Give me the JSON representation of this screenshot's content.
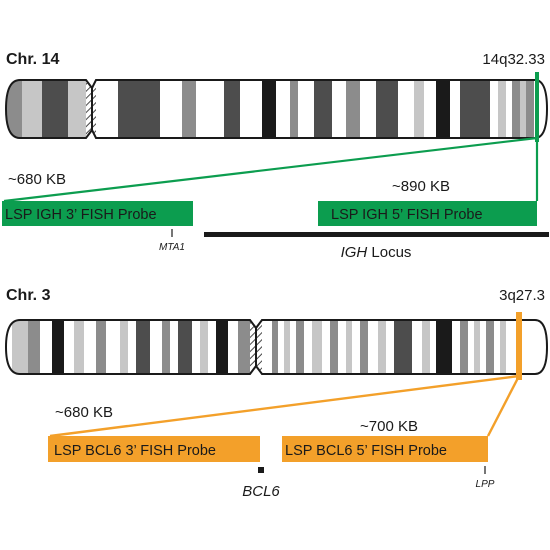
{
  "colors": {
    "green": "#0c9d4f",
    "orange": "#f3a02a",
    "band_black": "#1a1a1a",
    "band_dark": "#4d4d4d",
    "band_mid": "#8c8c8c",
    "band_light": "#c6c6c6",
    "band_white": "#ffffff"
  },
  "chr14": {
    "label": "Chr. 14",
    "band_label": "14q32.33",
    "size_left": "~680 KB",
    "size_right": "~890 KB",
    "probe_left": "LSP IGH 3’ FISH Probe",
    "probe_right": "LSP IGH 5’ FISH Probe",
    "gene_marker": "MTA1",
    "locus_italic": "IGH",
    "locus_rest": " Locus"
  },
  "chr3": {
    "label": "Chr. 3",
    "band_label": "3q27.3",
    "size_left": "~680 KB",
    "size_right": "~700 KB",
    "probe_left": "LSP BCL6 3’ FISH Probe",
    "probe_right": "LSP BCL6 5’ FISH Probe",
    "gene_bcl6": "BCL6",
    "gene_lpp": "LPP"
  }
}
